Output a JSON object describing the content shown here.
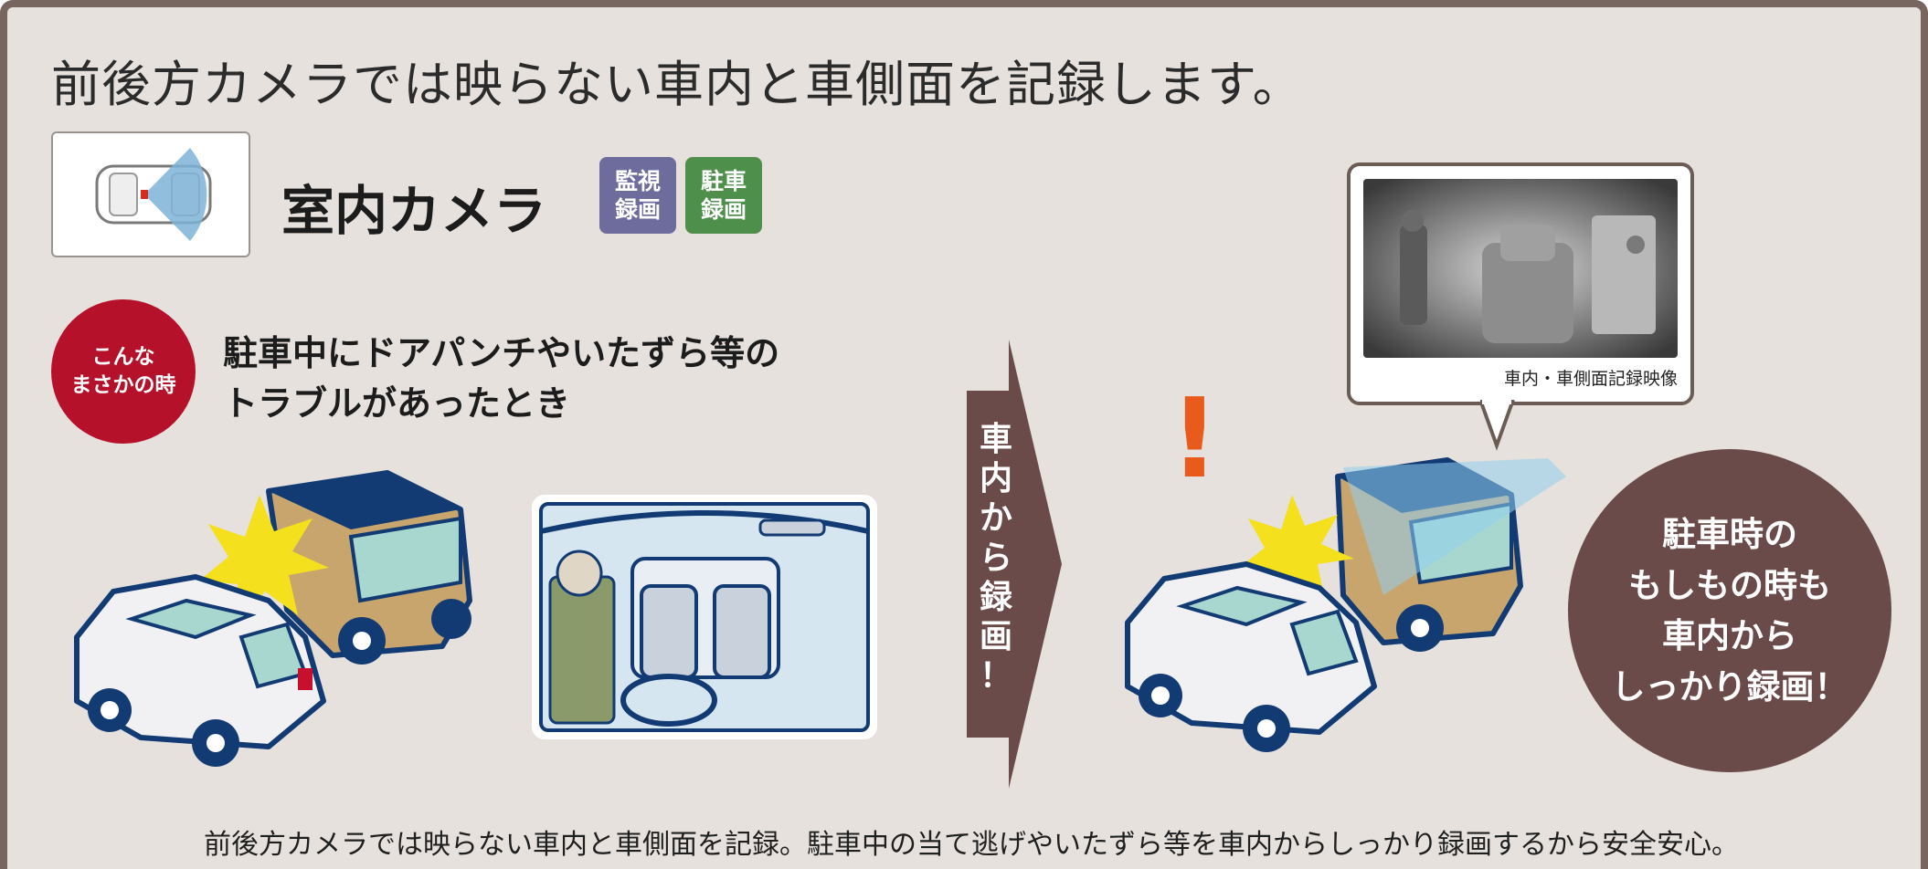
{
  "header": {
    "title": "前後方カメラでは映らない車内と車側面を記録します。"
  },
  "camera": {
    "name": "室内カメラ",
    "badges": [
      {
        "line1": "監視",
        "line2": "録画",
        "color": "#6d6c9d"
      },
      {
        "line1": "駐車",
        "line2": "録画",
        "color": "#4f8f4c"
      }
    ]
  },
  "situation": {
    "badge_line1": "こんな",
    "badge_line2": "まさかの時",
    "line1": "駐車中にドアパンチやいたずら等の",
    "line2": "トラブルがあったとき"
  },
  "arrow": {
    "chars": [
      "車",
      "内",
      "か",
      "ら",
      "録",
      "画",
      "！"
    ],
    "color": "#6a4b49"
  },
  "recording": {
    "caption": "車内・車側面記録映像",
    "exclamation": "!"
  },
  "promo": {
    "lines": [
      "駐車時の",
      "もしもの時も",
      "車内から",
      "しっかり録画！"
    ],
    "color": "#6a4b49"
  },
  "footer": {
    "text": "前後方カメラでは映らない車内と車側面を記録。駐車中の当て逃げやいたずら等を車内からしっかり録画するから安全安心。"
  }
}
